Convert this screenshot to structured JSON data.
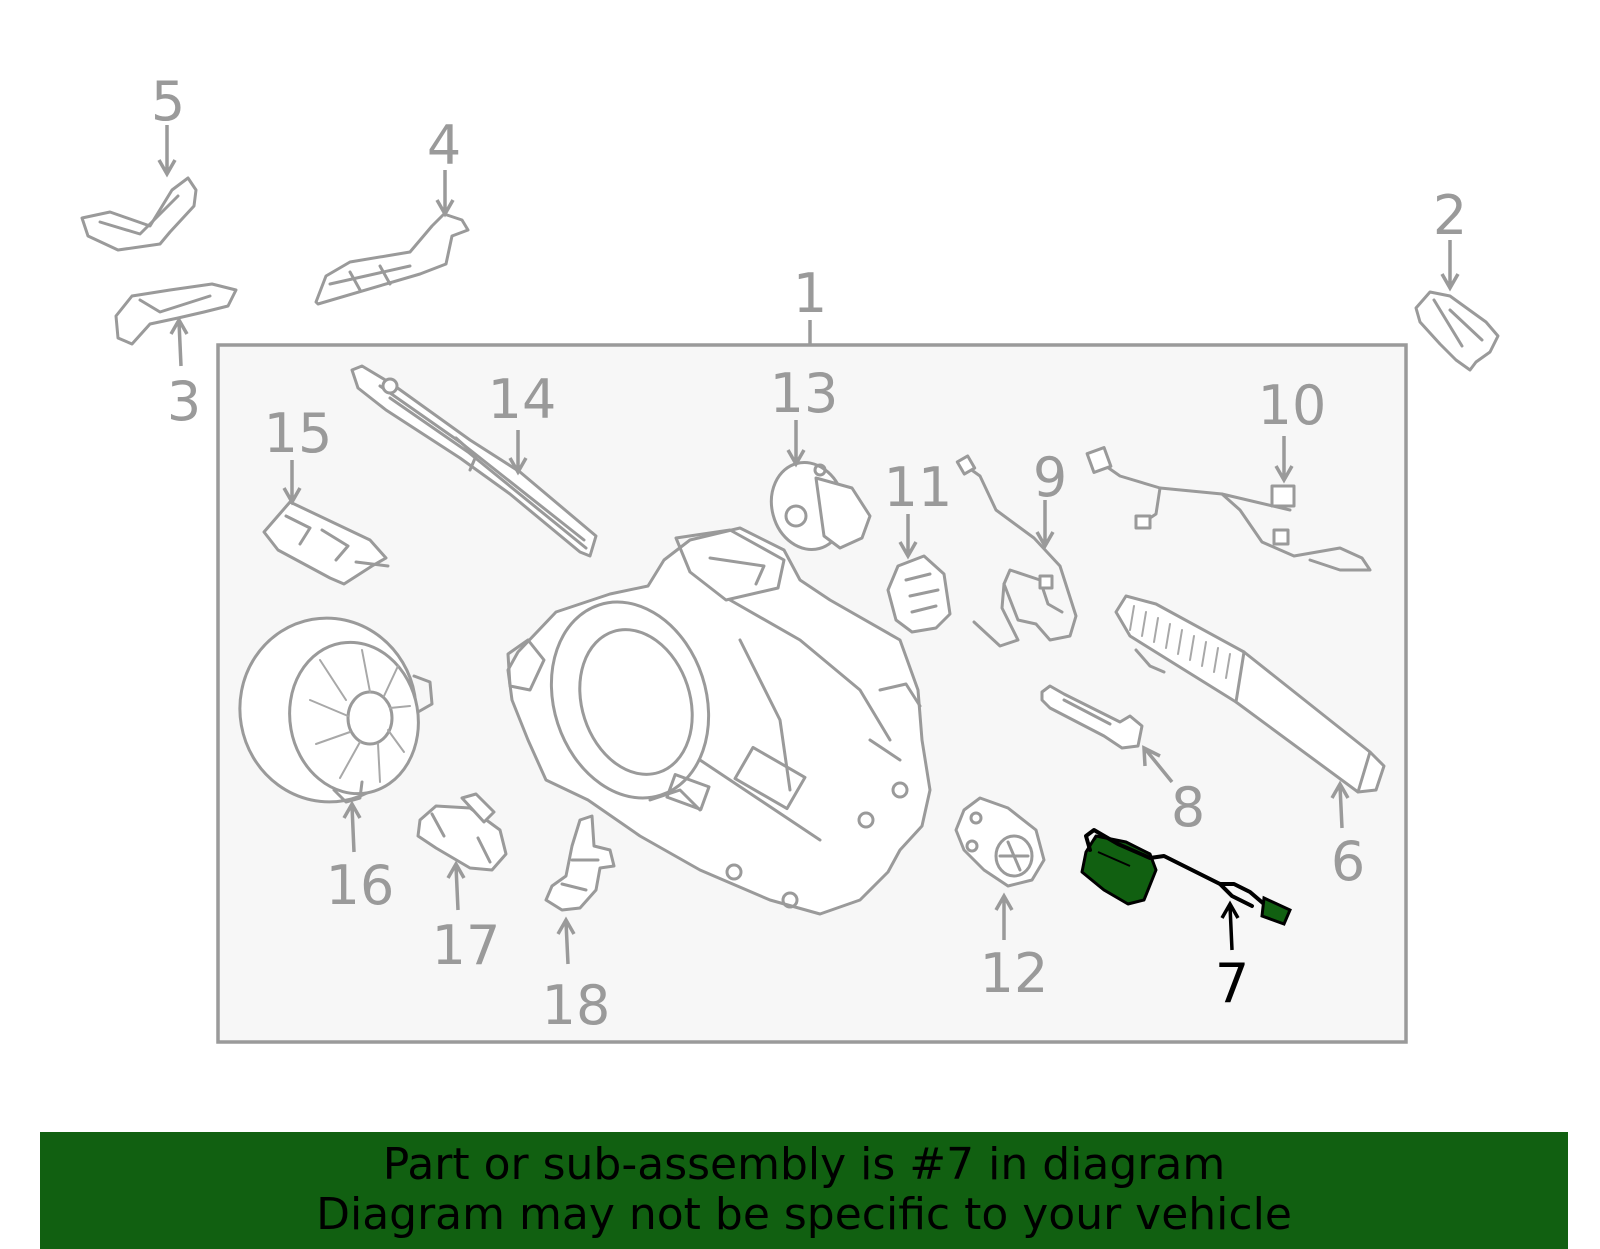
{
  "diagram": {
    "callouts": {
      "c1": "1",
      "c2": "2",
      "c3": "3",
      "c4": "4",
      "c5": "5",
      "c6": "6",
      "c7": "7",
      "c8": "8",
      "c9": "9",
      "c10": "10",
      "c11": "11",
      "c12": "12",
      "c13": "13",
      "c14": "14",
      "c15": "15",
      "c16": "16",
      "c17": "17",
      "c18": "18"
    },
    "highlighted_part": "7",
    "colors": {
      "line_art": "#9a9a9a",
      "highlight_part": "#116011",
      "highlight_outline": "#000000",
      "box_fill": "#f7f7f7",
      "banner_bg": "#116011"
    }
  },
  "banner": {
    "line1": "Part or sub-assembly is #7 in diagram",
    "line2": "Diagram may not be specific to your vehicle"
  }
}
